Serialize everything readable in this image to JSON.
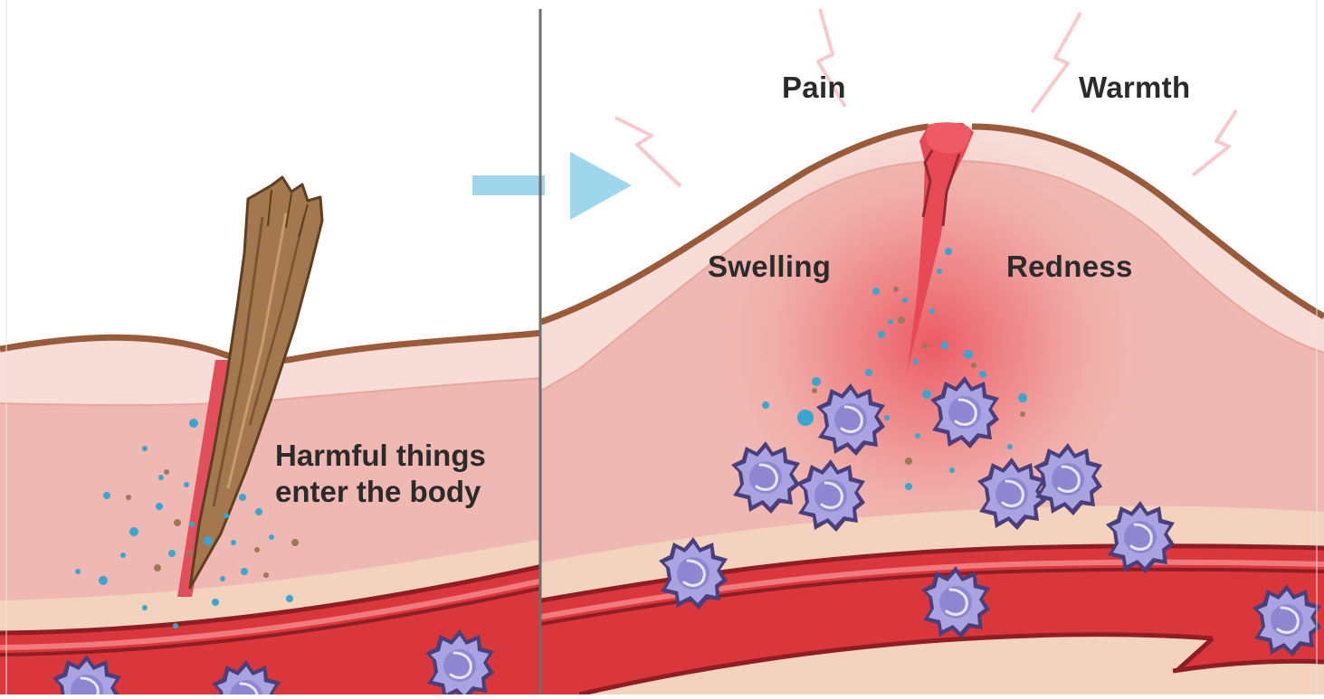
{
  "left_panel": {
    "caption_line1": "Harmful things",
    "caption_line2": "enter the body"
  },
  "right_panel": {
    "pain_label": "Pain",
    "warmth_label": "Warmth",
    "swelling_label": "Swelling",
    "redness_label": "Redness"
  },
  "colors": {
    "skin_outline": "#9a5b3a",
    "epidermis": "#f6d6d2",
    "dermis": "#f0b8b2",
    "fat_layer": "#f3d3bd",
    "vessel_red": "#d9373c",
    "vessel_dark": "#8e1e23",
    "inflammation_red": "#e84a55",
    "splinter_brown": "#a4784e",
    "particle_blue": "#3aa5cf",
    "particle_brown": "#9c7a55",
    "immune_cell": "#a8a2e0",
    "arrow_blue": "#9fd6ec",
    "pain_spark": "#f7c9cc"
  }
}
